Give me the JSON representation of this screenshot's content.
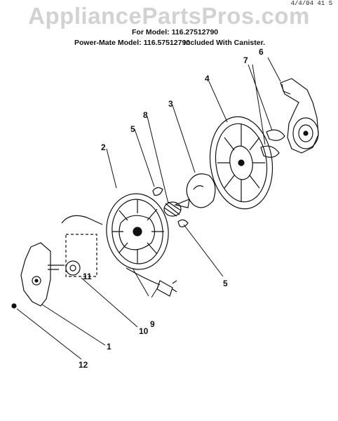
{
  "watermark": "AppliancePartsPros.com",
  "top_note": "4/4/04 41 S",
  "header": {
    "model_line": "For Model: 116.27512790",
    "powermate_line": "Power-Mate Model: 116.57512790",
    "included_note": "Included With Canister."
  },
  "callouts": [
    "1",
    "2",
    "3",
    "4",
    "5",
    "5",
    "6",
    "7",
    "8",
    "9",
    "10",
    "11",
    "12"
  ]
}
